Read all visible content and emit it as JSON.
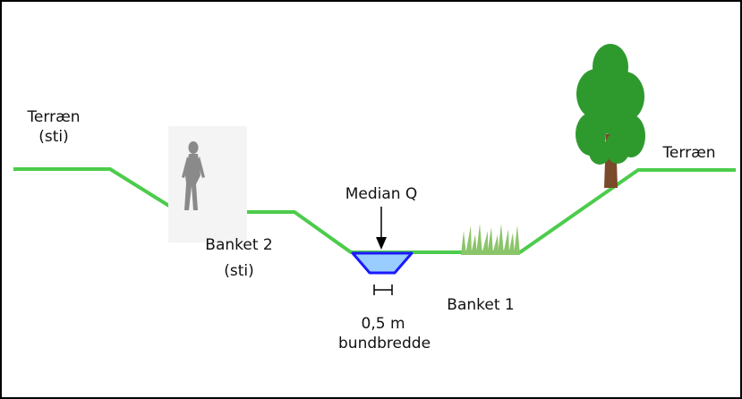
{
  "labels": {
    "terrain_left_line1": "Terræn",
    "terrain_left_line2": "(sti)",
    "terrain_right": "Terræn",
    "median_q": "Median Q",
    "banket2_line1": "Banket 2",
    "banket2_line2": "(sti)",
    "banket1": "Banket 1",
    "width_value": "0,5 m",
    "width_caption": "bundbredde"
  },
  "colors": {
    "border": "#000000",
    "terrain_line": "#4ccc4c",
    "channel_fill": "#99ccff",
    "channel_outline": "#1a1aff",
    "foliage": "#2e9a2e",
    "trunk": "#7a4a2a",
    "grass": "#8cc46a",
    "figure": "#8a8a8a"
  }
}
